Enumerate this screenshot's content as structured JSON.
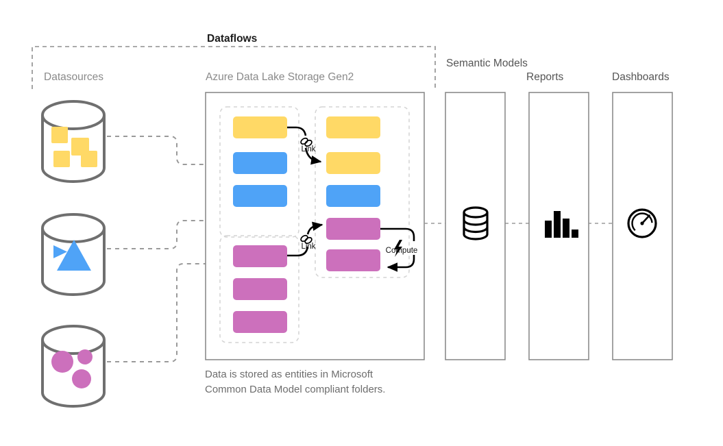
{
  "diagram": {
    "title": "Dataflows",
    "caption": "Data is stored as entities in Microsoft\nCommon Data Model compliant folders.",
    "colors": {
      "yellow": "#FFD966",
      "blue": "#4FA3F7",
      "magenta": "#CC70BC",
      "outline_gray": "#7f7f7f",
      "dashed_gray": "#9a9a9a",
      "soft_dashed": "#d6d6d6",
      "label_gray": "#8a8a8a",
      "ink": "#000000"
    },
    "columns": [
      {
        "id": "datasources",
        "label": "Datasources"
      },
      {
        "id": "adls",
        "label": "Azure Data Lake Storage Gen2"
      },
      {
        "id": "semantic-models",
        "label": "Semantic\nModels"
      },
      {
        "id": "reports",
        "label": "Reports"
      },
      {
        "id": "dashboards",
        "label": "Dashboards"
      }
    ],
    "datasources": [
      {
        "id": "ds-squares",
        "shape": "cylinder",
        "glyph": "squares",
        "color": "#FFD966"
      },
      {
        "id": "ds-triangles",
        "shape": "cylinder",
        "glyph": "triangles",
        "color": "#4FA3F7"
      },
      {
        "id": "ds-circles",
        "shape": "cylinder",
        "glyph": "circles",
        "color": "#CC70BC"
      }
    ],
    "adls": {
      "groups": [
        {
          "id": "group-top-left",
          "entities": [
            {
              "id": "e1",
              "color": "#FFD966"
            },
            {
              "id": "e2",
              "color": "#4FA3F7"
            },
            {
              "id": "e3",
              "color": "#4FA3F7"
            }
          ]
        },
        {
          "id": "group-right",
          "entities": [
            {
              "id": "e4",
              "color": "#FFD966"
            },
            {
              "id": "e5",
              "color": "#FFD966"
            },
            {
              "id": "e6",
              "color": "#4FA3F7"
            },
            {
              "id": "e7",
              "color": "#CC70BC"
            },
            {
              "id": "e8",
              "color": "#CC70BC"
            }
          ]
        },
        {
          "id": "group-bottom-left",
          "entities": [
            {
              "id": "e9",
              "color": "#CC70BC"
            },
            {
              "id": "e10",
              "color": "#CC70BC"
            },
            {
              "id": "e11",
              "color": "#CC70BC"
            }
          ]
        }
      ],
      "annotations": [
        {
          "id": "link-top",
          "label": "Link",
          "icon": "chain-link-icon"
        },
        {
          "id": "link-bottom",
          "label": "Link",
          "icon": "chain-link-icon"
        },
        {
          "id": "compute",
          "label": "Compute",
          "icon": "lightning-bolt-icon"
        }
      ]
    },
    "panels": [
      {
        "id": "semantic-models",
        "icon": "database-icon"
      },
      {
        "id": "reports",
        "icon": "bar-chart-icon"
      },
      {
        "id": "dashboards",
        "icon": "gauge-icon"
      }
    ]
  }
}
